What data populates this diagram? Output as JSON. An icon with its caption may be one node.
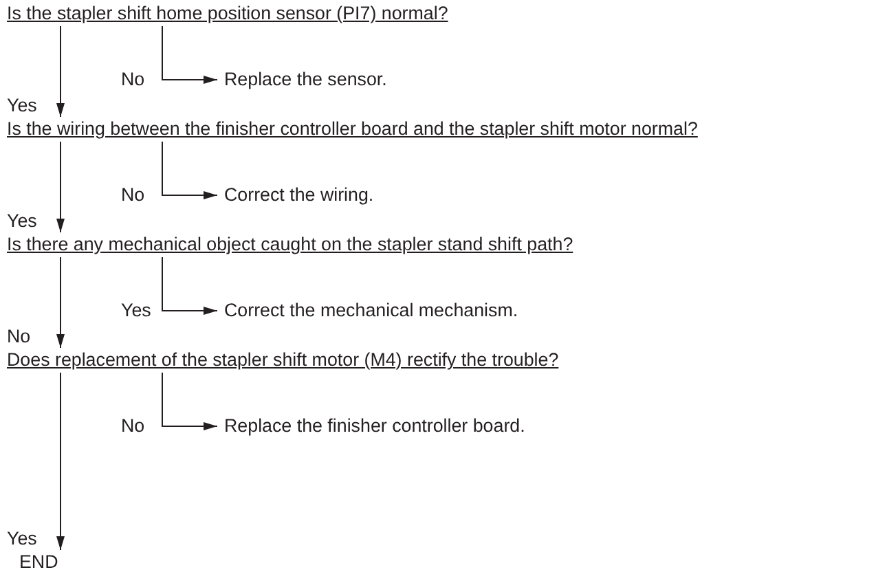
{
  "diagram": {
    "nodes": [
      {
        "text": [
          "Is the stapler shift home position sensor (PI7) normal?"
        ]
      },
      {
        "text": [
          "Replace the sensor."
        ]
      },
      {
        "text": [
          "Is the wiring between the finisher controller board and the stapler shift motor normal?"
        ]
      },
      {
        "text": [
          "Correct the wiring."
        ]
      },
      {
        "text": [
          "Is there any mechanical object caught on the stapler stand shift path?"
        ]
      },
      {
        "text": [
          "Correct the mechanical mechanism."
        ]
      },
      {
        "text": [
          "Does replacement of the stapler shift motor (M4) rectify the trouble?"
        ]
      },
      {
        "text": [
          "Replace the finisher controller board."
        ]
      },
      {
        "text": [
          "END"
        ]
      }
    ],
    "edges": [
      {
        "from": 0,
        "to": 1,
        "arrow": "to",
        "label": "No"
      },
      {
        "from": 0,
        "to": 2,
        "arrow": "to",
        "label": "Yes"
      },
      {
        "from": 2,
        "to": 3,
        "arrow": "to",
        "label": "No"
      },
      {
        "from": 2,
        "to": 4,
        "arrow": "to",
        "label": "Yes"
      },
      {
        "from": 4,
        "to": 5,
        "arrow": "to",
        "label": "Yes"
      },
      {
        "from": 4,
        "to": 6,
        "arrow": "to",
        "label": "No"
      },
      {
        "from": 6,
        "to": 7,
        "arrow": "to",
        "label": "No"
      },
      {
        "from": 6,
        "to": 8,
        "arrow": "to",
        "label": "Yes"
      }
    ]
  }
}
